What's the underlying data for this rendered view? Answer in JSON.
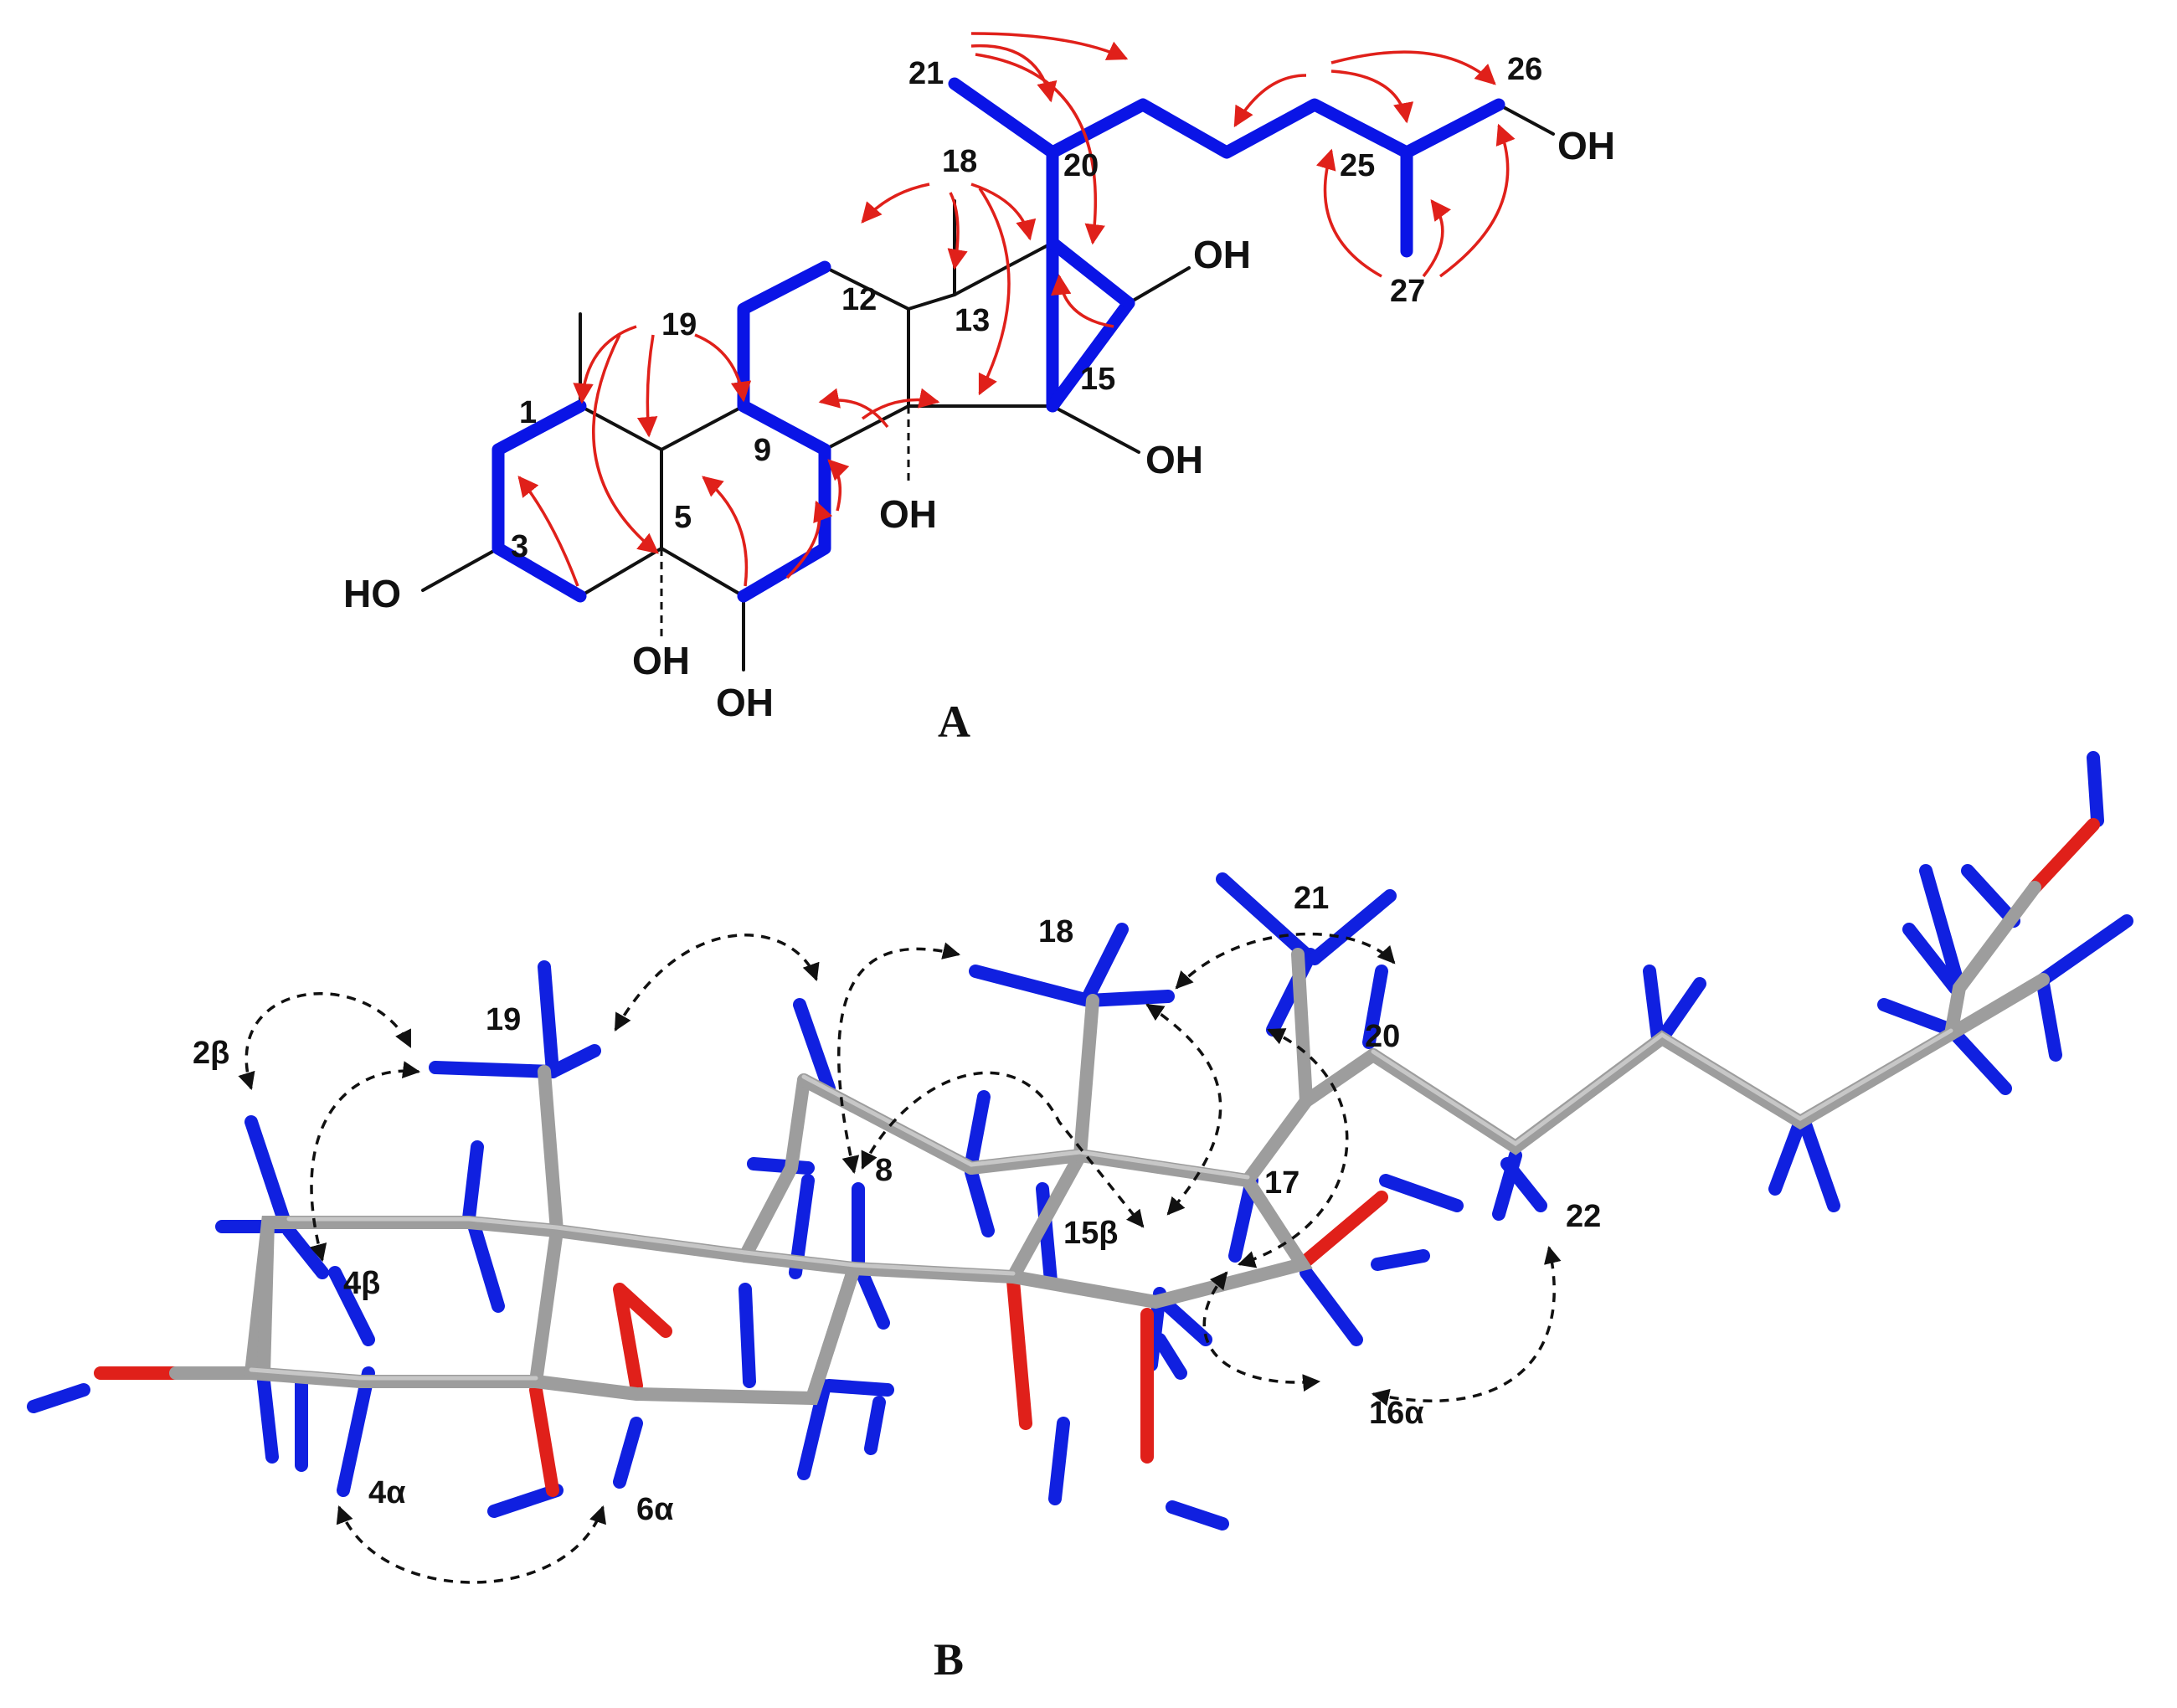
{
  "panel_a": {
    "label": "A",
    "atom_numbers": {
      "c1": "1",
      "c3": "3",
      "c5": "5",
      "c9": "9",
      "c12": "12",
      "c13": "13",
      "c15": "15",
      "c18": "18",
      "c19": "19",
      "c20": "20",
      "c21": "21",
      "c25": "25",
      "c26": "26",
      "c27": "27"
    },
    "substituents": {
      "oh_c3": "HO",
      "oh_c5": "OH",
      "oh_c6": "OH",
      "oh_c14": "OH",
      "oh_c15": "OH",
      "oh_c16": "OH",
      "oh_c26": "OH"
    }
  },
  "panel_b": {
    "label": "B",
    "proton_labels": {
      "h2b": "2β",
      "h4b": "4β",
      "h4a": "4α",
      "h6a": "6α",
      "h8": "8",
      "h15b": "15β",
      "h16a": "16α",
      "c17": "17",
      "c18": "18",
      "c19": "19",
      "c20": "20",
      "c21": "21",
      "h22": "22"
    }
  },
  "colors": {
    "cosy_bond": "#0a14e6",
    "hmbc_arrow": "#e0201a",
    "carbon": "#9d9d9d",
    "hydrogen": "#1020e0",
    "oxygen": "#e0201a",
    "noesy_arrow": "#111111"
  }
}
